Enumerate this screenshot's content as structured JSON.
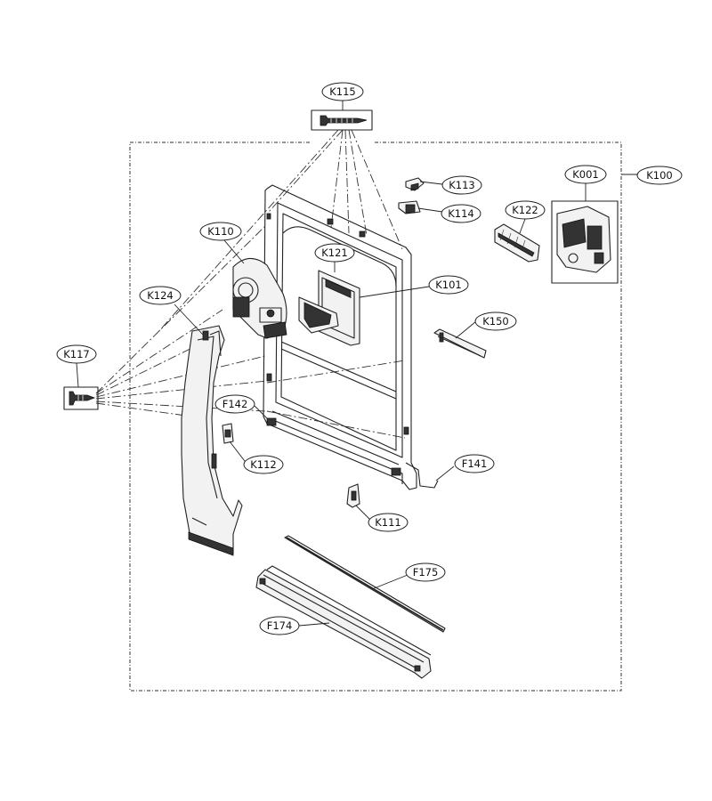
{
  "labels": {
    "k115": "K115",
    "k113": "K113",
    "k114": "K114",
    "k001": "K001",
    "k100": "K100",
    "k122": "K122",
    "k110": "K110",
    "k121": "K121",
    "k101": "K101",
    "k124": "K124",
    "k150": "K150",
    "k117": "K117",
    "f142": "F142",
    "k112": "K112",
    "f141": "F141",
    "k111": "K111",
    "f175": "F175",
    "f174": "F174"
  }
}
